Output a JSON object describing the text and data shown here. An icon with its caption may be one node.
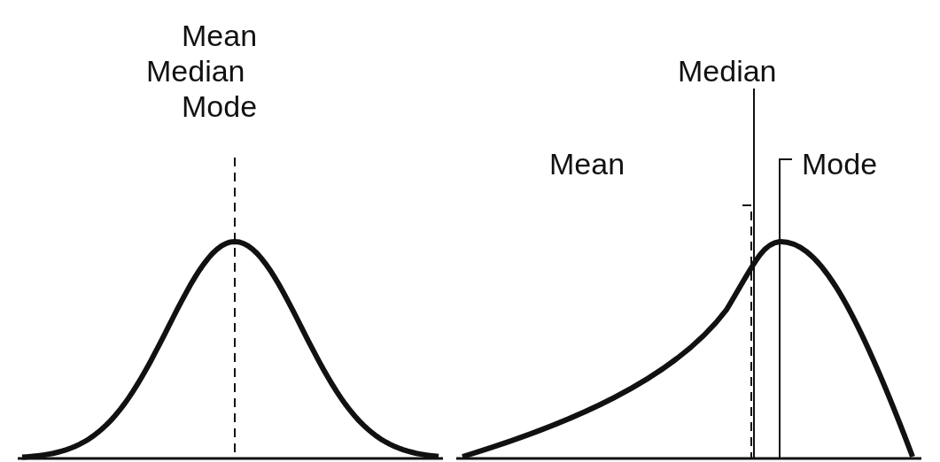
{
  "diagram": {
    "labels": [
      "Mean",
      "Median",
      "Mode",
      "Median",
      "Mean",
      "Mode"
    ]
  }
}
